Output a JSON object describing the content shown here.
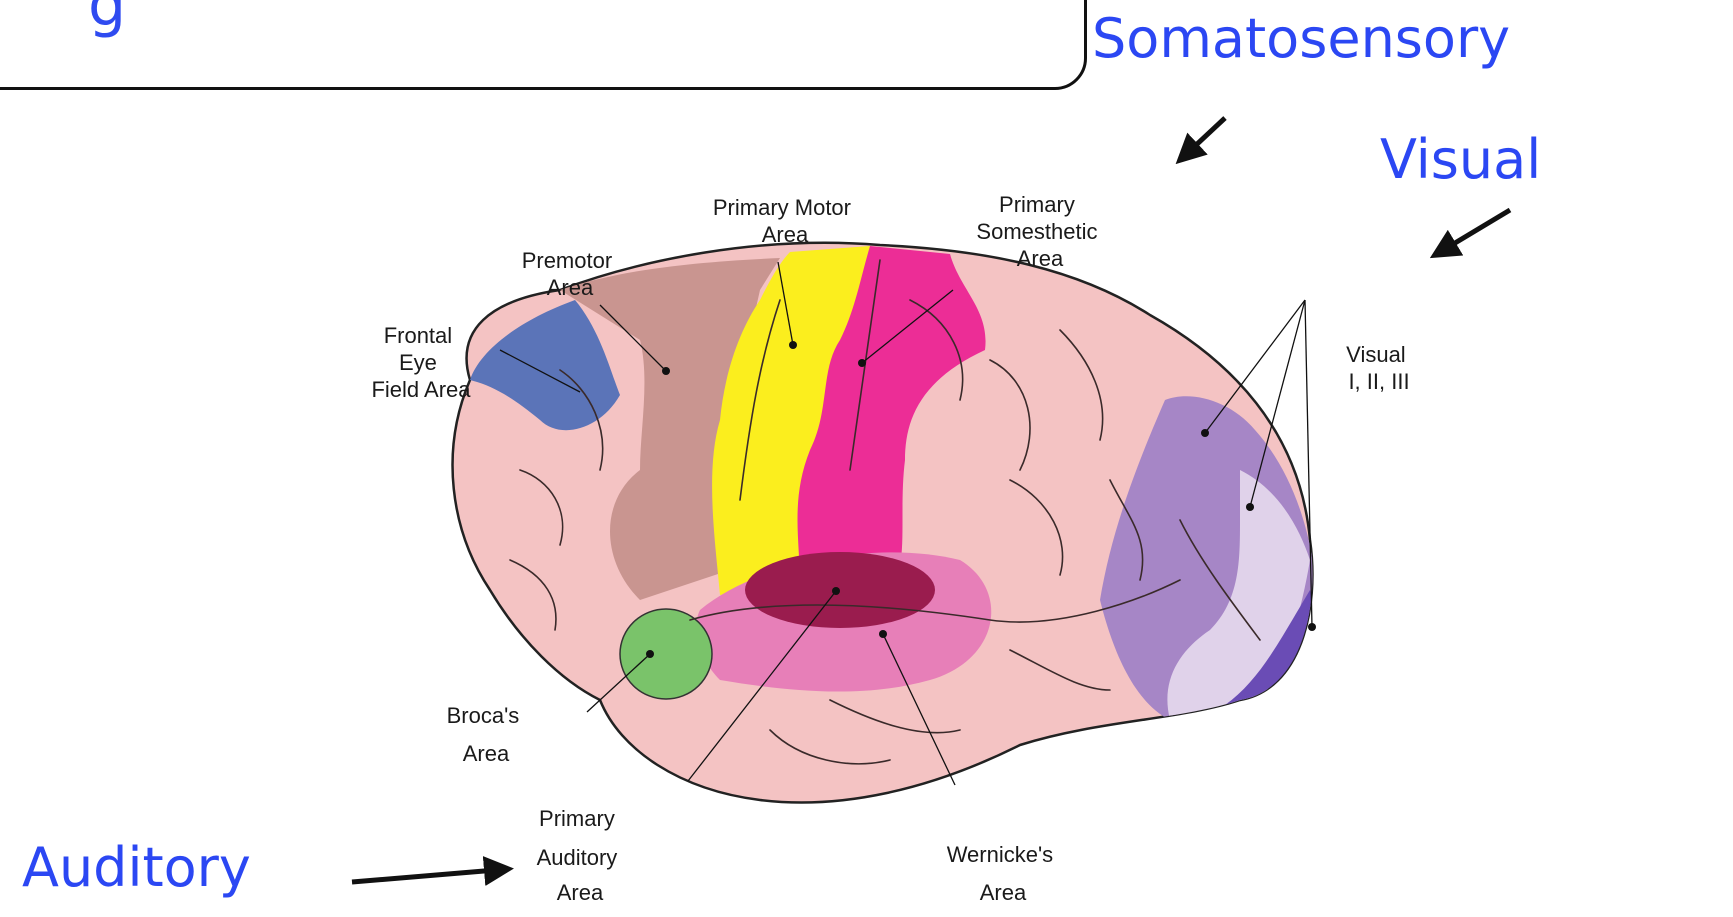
{
  "slide": {
    "header_partial_text": "g"
  },
  "callouts": {
    "somatosensory": "Somatosensory",
    "visual": "Visual",
    "auditory": "Auditory"
  },
  "diagram": {
    "labels": {
      "primary_motor": [
        "Primary Motor",
        "Area"
      ],
      "primary_somesthetic": [
        "Primary",
        "Somesthetic",
        "Area"
      ],
      "premotor": [
        "Premotor",
        "Area"
      ],
      "frontal_eye_field": [
        "Frontal",
        "Eye",
        "Field Area"
      ],
      "visual_areas": [
        "Visual",
        "I, II, III"
      ],
      "brocas": [
        "Broca's",
        "Area"
      ],
      "primary_auditory": [
        "Primary",
        "Auditory",
        "Area"
      ],
      "wernickes": [
        "Wernicke's",
        "Area"
      ]
    },
    "colors": {
      "cortex": "#f4c3c3",
      "premotor": "#c99590",
      "frontal_eye_field": "#5b74b8",
      "primary_motor": "#fbee1e",
      "primary_somesthetic": "#ec2d96",
      "visual_1": "#a686c6",
      "visual_2": "#e0d2ea",
      "visual_3": "#6a4cb5",
      "brocas": "#7ac36a",
      "auditory": "#e77fb8",
      "wernicke_core": "#9a1c4e"
    }
  }
}
